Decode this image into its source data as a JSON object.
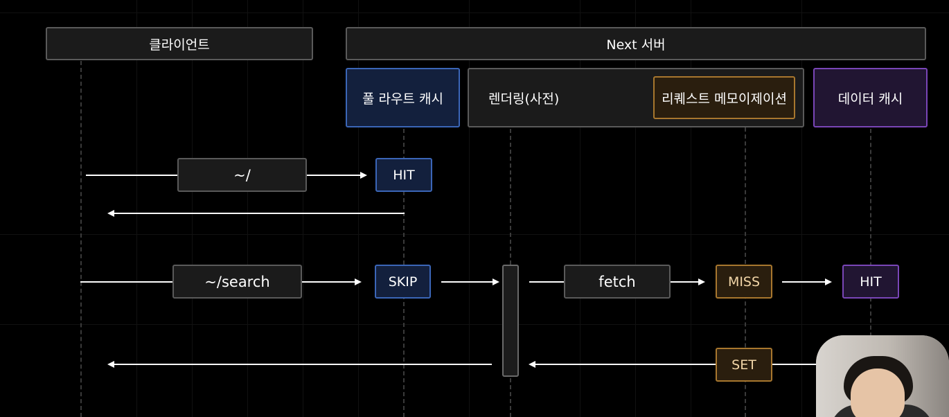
{
  "headers": {
    "client": "클라이언트",
    "server": "Next 서버"
  },
  "components": {
    "full_route_cache": "풀 라우트 캐시",
    "rendering": "렌더링(사전)",
    "request_memoization": "리퀘스트 메모이제이션",
    "data_cache": "데이터 캐시"
  },
  "flow1": {
    "request": "~/",
    "full_route_status": "HIT"
  },
  "flow2": {
    "request": "~/search",
    "full_route_status": "SKIP",
    "fetch": "fetch",
    "memo_status": "MISS",
    "data_cache_status": "HIT",
    "set_label": "SET"
  },
  "colors": {
    "full_route_cache": "#3b66b8",
    "data_cache": "#7a46b8",
    "request_memoization": "#a8772e"
  }
}
